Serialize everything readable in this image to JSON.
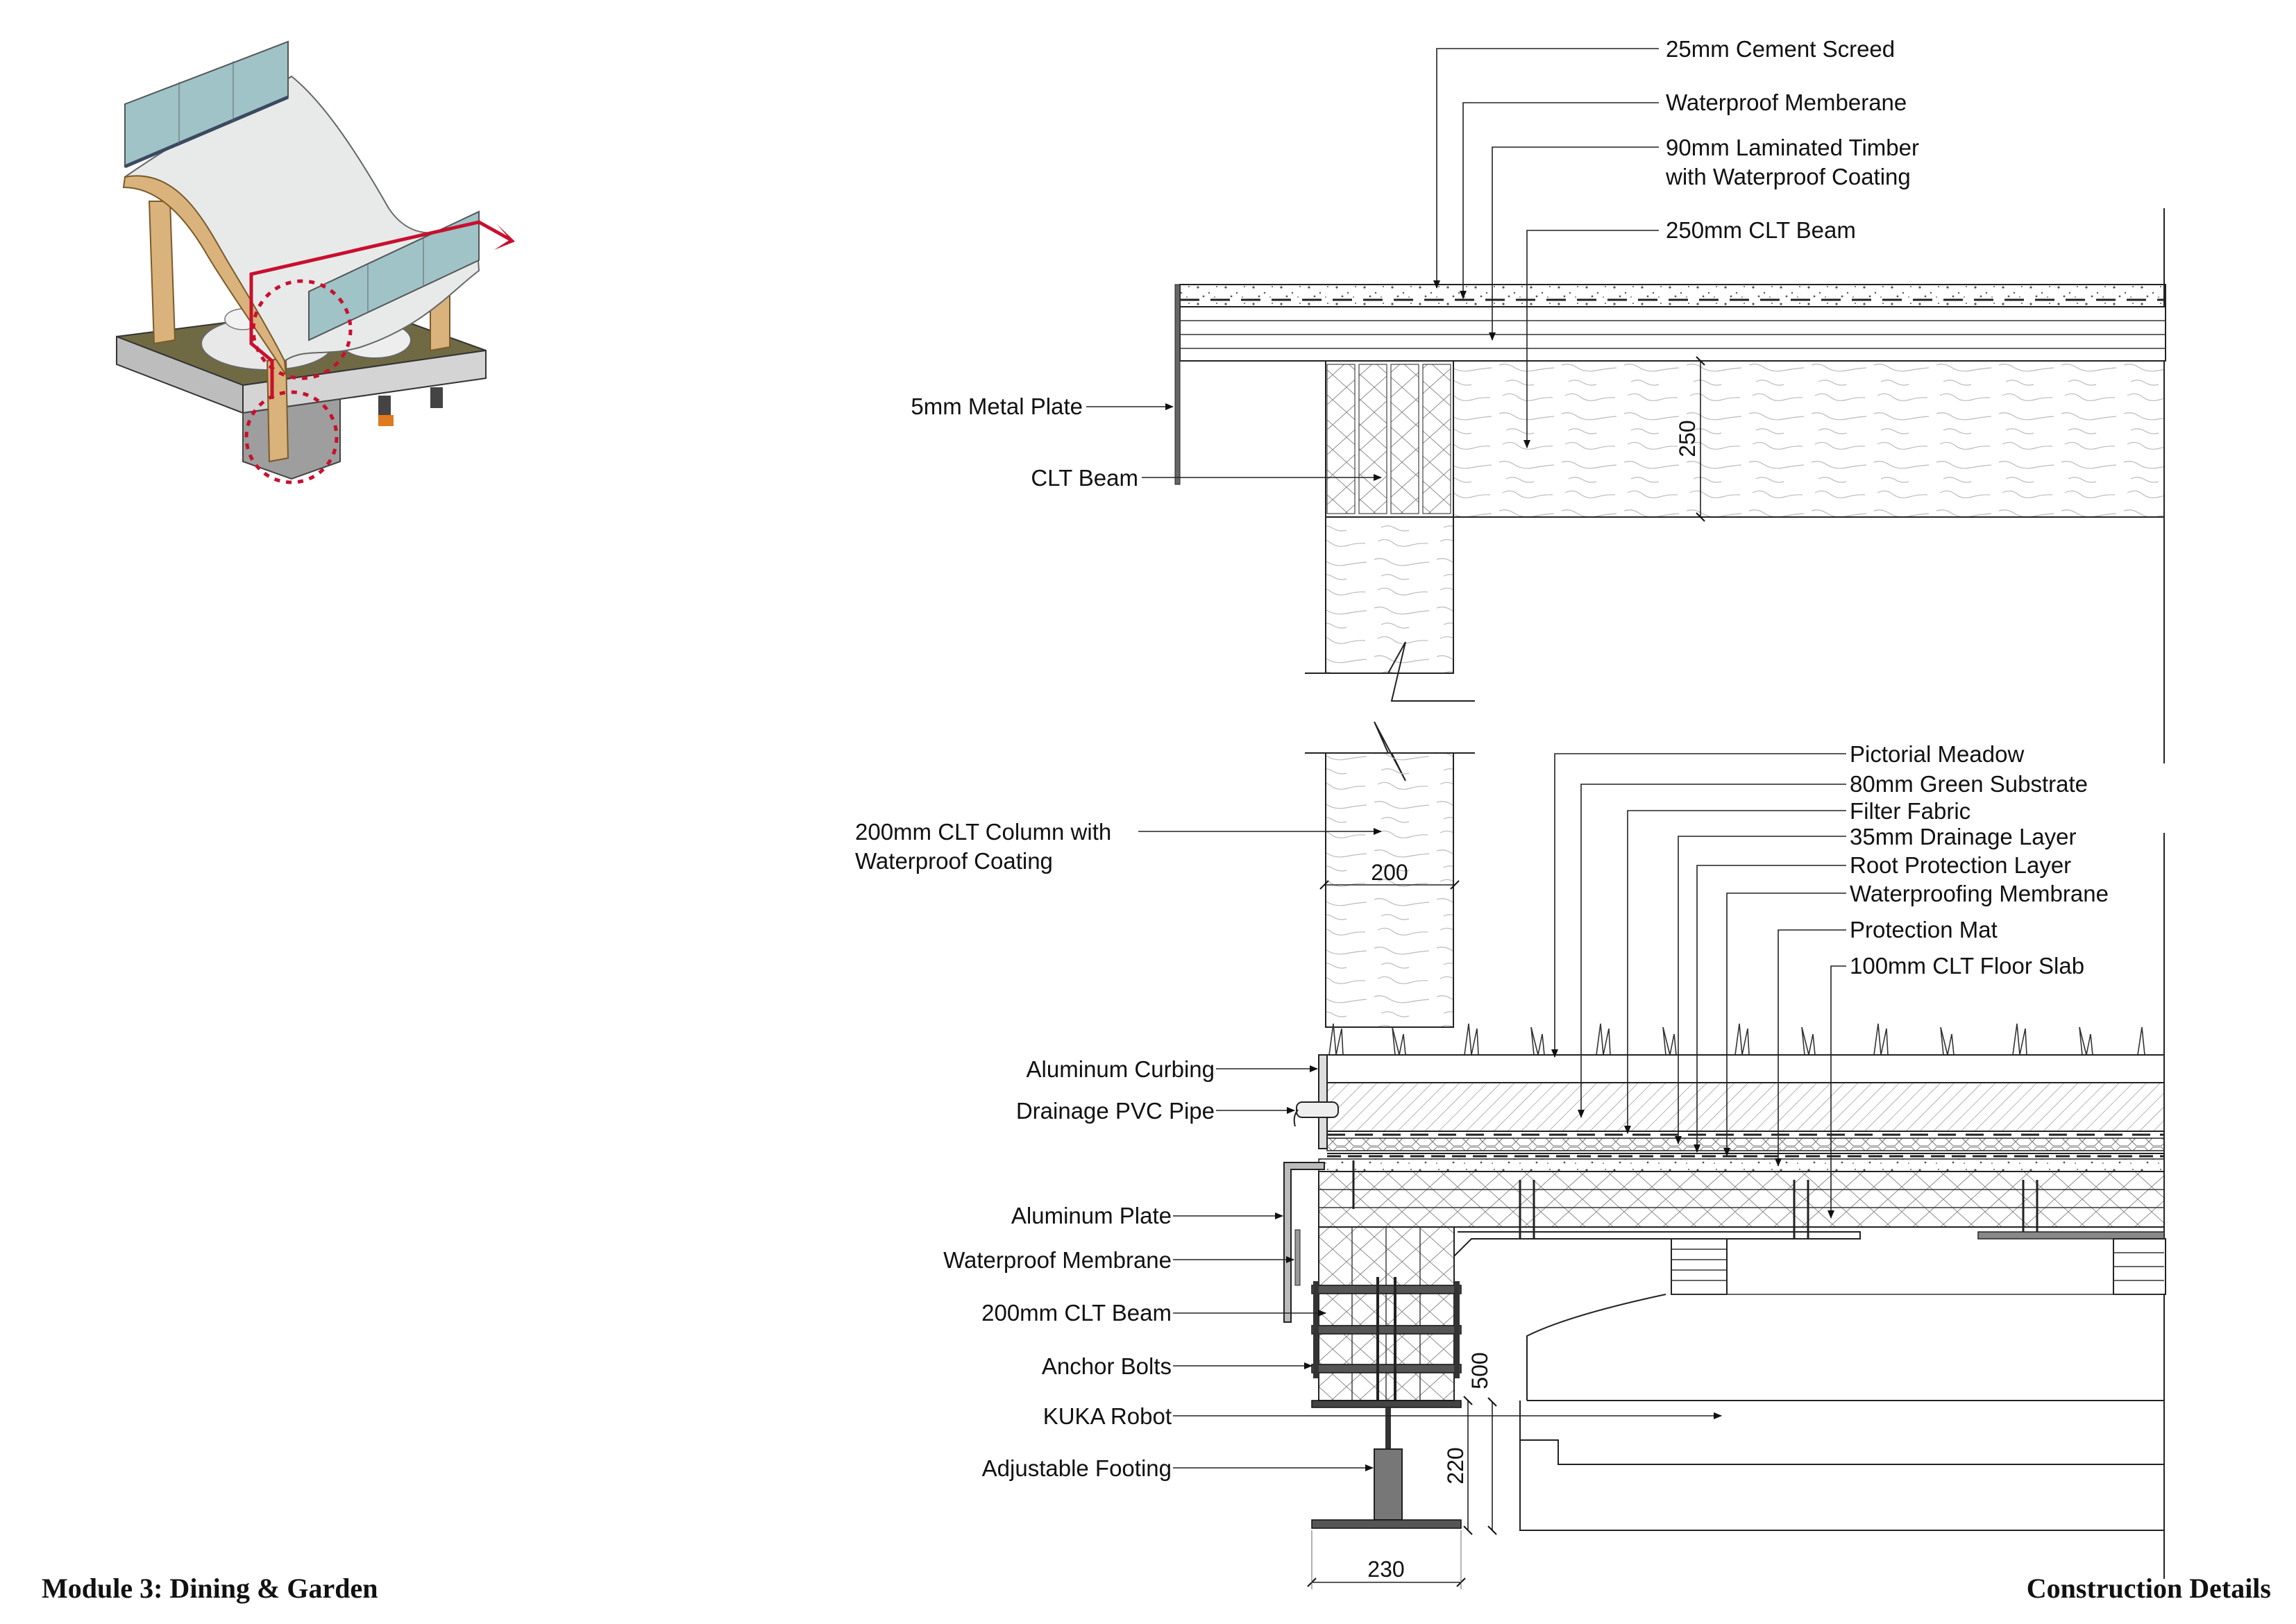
{
  "footer": {
    "module_title": "Module 3: Dining & Garden",
    "sheet_title": "Construction Details"
  },
  "roof_labels": {
    "screed": "25mm Cement Screed",
    "membrane": "Waterproof Memberane",
    "timber_l1": "90mm Laminated Timber",
    "timber_l2": "with Waterproof Coating",
    "clt_beam_250": "250mm CLT Beam",
    "metal_plate": "5mm Metal Plate",
    "clt_beam": "CLT Beam"
  },
  "column_labels": {
    "column_l1": "200mm CLT Column with",
    "column_l2": "Waterproof Coating"
  },
  "garden_labels": {
    "meadow": "Pictorial Meadow",
    "substrate": "80mm Green Substrate",
    "filter": "Filter Fabric",
    "drainage": "35mm Drainage Layer",
    "root": "Root Protection Layer",
    "waterproofing": "Waterproofing Membrane",
    "mat": "Protection Mat",
    "slab": "100mm CLT Floor Slab"
  },
  "base_labels": {
    "curbing": "Aluminum Curbing",
    "pvc": "Drainage PVC Pipe",
    "al_plate": "Aluminum Plate",
    "wp_membrane": "Waterproof Membrane",
    "clt_beam_200": "200mm CLT Beam",
    "anchor": "Anchor Bolts",
    "kuka": "KUKA Robot",
    "footing": "Adjustable Footing"
  },
  "dimensions": {
    "beam_depth": "250",
    "column_width": "200",
    "base_500": "500",
    "base_220": "220",
    "footing_width": "230"
  },
  "colors": {
    "section_line": "#222222",
    "callout_red": "#c8102e",
    "timber": "#d9b27c",
    "glass": "#9fc3c7",
    "deck": "#6f6a44",
    "fabric": "#e8eaea"
  }
}
